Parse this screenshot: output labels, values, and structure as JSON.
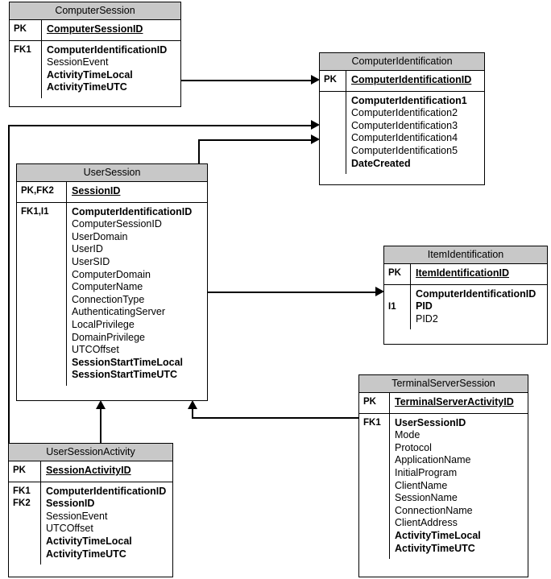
{
  "diagram": {
    "type": "entity-relationship-diagram",
    "title": "",
    "colors": {
      "header_fill": "#c8c8c8",
      "body_fill": "#ffffff",
      "line": "#000000"
    },
    "entities": [
      {
        "id": "ComputerSession",
        "name": "ComputerSession",
        "pk_rows": [
          {
            "key": "PK",
            "fields": [
              {
                "name": "ComputerSessionID",
                "style": "pk"
              }
            ]
          }
        ],
        "attr_rows": [
          {
            "key": "FK1",
            "fields": [
              {
                "name": "ComputerIdentificationID",
                "style": "bold"
              },
              {
                "name": "SessionEvent",
                "style": "normal"
              },
              {
                "name": "ActivityTimeLocal",
                "style": "bold"
              },
              {
                "name": "ActivityTimeUTC",
                "style": "bold"
              }
            ]
          }
        ]
      },
      {
        "id": "ComputerIdentification",
        "name": "ComputerIdentification",
        "pk_rows": [
          {
            "key": "PK",
            "fields": [
              {
                "name": "ComputerIdentificationID",
                "style": "pk"
              }
            ]
          }
        ],
        "attr_rows": [
          {
            "key": "",
            "fields": [
              {
                "name": "ComputerIdentification1",
                "style": "bold"
              },
              {
                "name": "ComputerIdentification2",
                "style": "normal"
              },
              {
                "name": "ComputerIdentification3",
                "style": "normal"
              },
              {
                "name": "ComputerIdentification4",
                "style": "normal"
              },
              {
                "name": "ComputerIdentification5",
                "style": "normal"
              },
              {
                "name": "DateCreated",
                "style": "bold"
              }
            ]
          }
        ]
      },
      {
        "id": "UserSession",
        "name": "UserSession",
        "pk_rows": [
          {
            "key": "PK,FK2",
            "fields": [
              {
                "name": "SessionID",
                "style": "pk"
              }
            ]
          }
        ],
        "attr_rows": [
          {
            "key": "FK1,I1",
            "fields": [
              {
                "name": "ComputerIdentificationID",
                "style": "bold"
              },
              {
                "name": "ComputerSessionID",
                "style": "normal"
              },
              {
                "name": "UserDomain",
                "style": "normal"
              },
              {
                "name": "UserID",
                "style": "normal"
              },
              {
                "name": "UserSID",
                "style": "normal"
              },
              {
                "name": "ComputerDomain",
                "style": "normal"
              },
              {
                "name": "ComputerName",
                "style": "normal"
              },
              {
                "name": "ConnectionType",
                "style": "normal"
              },
              {
                "name": "AuthenticatingServer",
                "style": "normal"
              },
              {
                "name": "LocalPrivilege",
                "style": "normal"
              },
              {
                "name": "DomainPrivilege",
                "style": "normal"
              },
              {
                "name": "UTCOffset",
                "style": "normal"
              },
              {
                "name": "SessionStartTimeLocal",
                "style": "bold"
              },
              {
                "name": "SessionStartTimeUTC",
                "style": "bold"
              }
            ]
          }
        ]
      },
      {
        "id": "ItemIdentification",
        "name": "ItemIdentification",
        "pk_rows": [
          {
            "key": "PK",
            "fields": [
              {
                "name": "ItemIdentificationID",
                "style": "pk"
              }
            ]
          }
        ],
        "attr_rows": [
          {
            "key": "I1",
            "fields": [
              {
                "name": "ComputerIdentificationID",
                "style": "bold"
              },
              {
                "name": "PID",
                "style": "bold"
              },
              {
                "name": "PID2",
                "style": "normal"
              }
            ]
          }
        ]
      },
      {
        "id": "TerminalServerSession",
        "name": "TerminalServerSession",
        "pk_rows": [
          {
            "key": "PK",
            "fields": [
              {
                "name": "TerminalServerActivityID",
                "style": "pk"
              }
            ]
          }
        ],
        "attr_rows": [
          {
            "key": "FK1",
            "fields": [
              {
                "name": "UserSessionID",
                "style": "bold"
              },
              {
                "name": "Mode",
                "style": "normal"
              },
              {
                "name": "Protocol",
                "style": "normal"
              },
              {
                "name": "ApplicationName",
                "style": "normal"
              },
              {
                "name": "InitialProgram",
                "style": "normal"
              },
              {
                "name": "ClientName",
                "style": "normal"
              },
              {
                "name": "SessionName",
                "style": "normal"
              },
              {
                "name": "ConnectionName",
                "style": "normal"
              },
              {
                "name": "ClientAddress",
                "style": "normal"
              },
              {
                "name": "ActivityTimeLocal",
                "style": "bold"
              },
              {
                "name": "ActivityTimeUTC",
                "style": "bold"
              }
            ]
          }
        ]
      },
      {
        "id": "UserSessionActivity",
        "name": "UserSessionActivity",
        "pk_rows": [
          {
            "key": "PK",
            "fields": [
              {
                "name": "SessionActivityID",
                "style": "pk"
              }
            ]
          }
        ],
        "attr_rows": [
          {
            "key": "FK1\nFK2",
            "key_lines": [
              "FK1",
              "FK2"
            ],
            "fields": [
              {
                "name": "ComputerIdentificationID",
                "style": "bold"
              },
              {
                "name": "SessionID",
                "style": "bold"
              },
              {
                "name": "SessionEvent",
                "style": "normal"
              },
              {
                "name": "UTCOffset",
                "style": "normal"
              },
              {
                "name": "ActivityTimeLocal",
                "style": "bold"
              },
              {
                "name": "ActivityTimeUTC",
                "style": "bold"
              }
            ]
          }
        ]
      }
    ],
    "relationships": [
      {
        "from": "ComputerSession",
        "to": "ComputerIdentification",
        "arrow": "right"
      },
      {
        "from": "UserSessionActivity",
        "to": "ComputerIdentification",
        "arrow": "right"
      },
      {
        "from": "UserSession",
        "to": "ComputerIdentification",
        "arrow": "right"
      },
      {
        "from": "UserSession",
        "to": "ItemIdentification",
        "arrow": "right"
      },
      {
        "from": "UserSessionActivity",
        "to": "UserSession",
        "arrow": "up"
      },
      {
        "from": "TerminalServerSession",
        "to": "UserSession",
        "arrow": "up"
      }
    ]
  }
}
